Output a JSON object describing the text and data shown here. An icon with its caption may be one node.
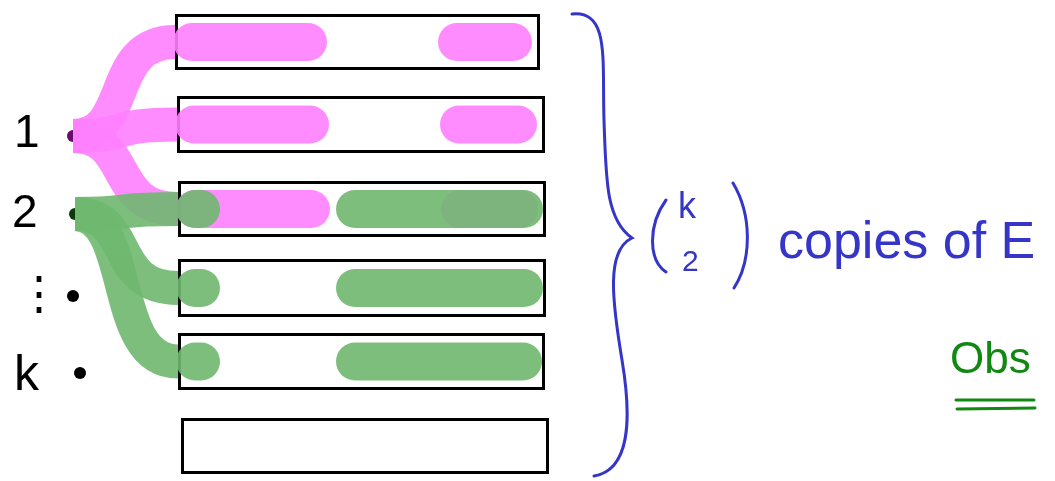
{
  "diagram": {
    "nodes": [
      {
        "text": [],
        "shape": "box"
      },
      {
        "text": [],
        "shape": "box"
      },
      {
        "text": [],
        "shape": "box"
      },
      {
        "text": [],
        "shape": "box"
      },
      {
        "text": [],
        "shape": "box"
      },
      {
        "text": [],
        "shape": "box"
      },
      {
        "text": [],
        "shape": "circle"
      },
      {
        "text": [],
        "shape": "circle"
      },
      {
        "text": [],
        "shape": "circle"
      },
      {
        "text": [],
        "shape": "circle"
      }
    ],
    "edges": [
      {
        "from": 6,
        "to": 0,
        "arrow": "none",
        "color": "#ff80ff"
      },
      {
        "from": 6,
        "to": 1,
        "arrow": "none",
        "color": "#ff80ff"
      },
      {
        "from": 6,
        "to": 2,
        "arrow": "none",
        "color": "#ff80ff"
      },
      {
        "from": 7,
        "to": 2,
        "arrow": "none",
        "color": "#6fb86f"
      },
      {
        "from": 7,
        "to": 3,
        "arrow": "none",
        "color": "#6fb86f"
      },
      {
        "from": 7,
        "to": 4,
        "arrow": "none",
        "color": "#6fb86f"
      }
    ],
    "labels": [
      "1",
      "2",
      "⋮",
      "k",
      "k",
      "2",
      "copies of E",
      "Obs"
    ]
  }
}
